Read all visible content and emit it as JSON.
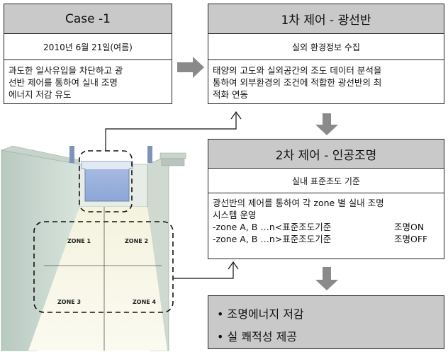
{
  "case_box": {
    "title": "Case -1",
    "date": "2010년 6월 21일(여름)",
    "lines": [
      "과도한 일사유입을 차단하고 광",
      "선반 제어를 통하여 실내 조명",
      "에너지 저감 유도"
    ]
  },
  "stage1": {
    "title": "1차 제어 - 광선반",
    "subtitle": "실외 환경정보 수집",
    "lines": [
      "태양의 고도와 실외공간의 조도 데이터 분석을",
      "통하여 외부환경의 조건에 적합한 광선반의 최",
      "적화 연동"
    ]
  },
  "stage2": {
    "title": "2차 제어 - 인공조명",
    "subtitle": "실내 표준조도 기준",
    "lines": [
      "광선반의 제어를 통하여 각 zone 별 실내 조명",
      "시스템 운영"
    ],
    "rules": [
      {
        "cond": "-zone A, B …n<표준조도기준",
        "action": "조명ON"
      },
      {
        "cond": "-zone A, B …n>표준조도기준",
        "action": "조명OFF"
      }
    ]
  },
  "zones": [
    "ZONE 1",
    "ZONE 2",
    "ZONE 3",
    "ZONE 4"
  ],
  "results": [
    "• 조명에너지 저감",
    "• 실 쾌적성 제공"
  ]
}
